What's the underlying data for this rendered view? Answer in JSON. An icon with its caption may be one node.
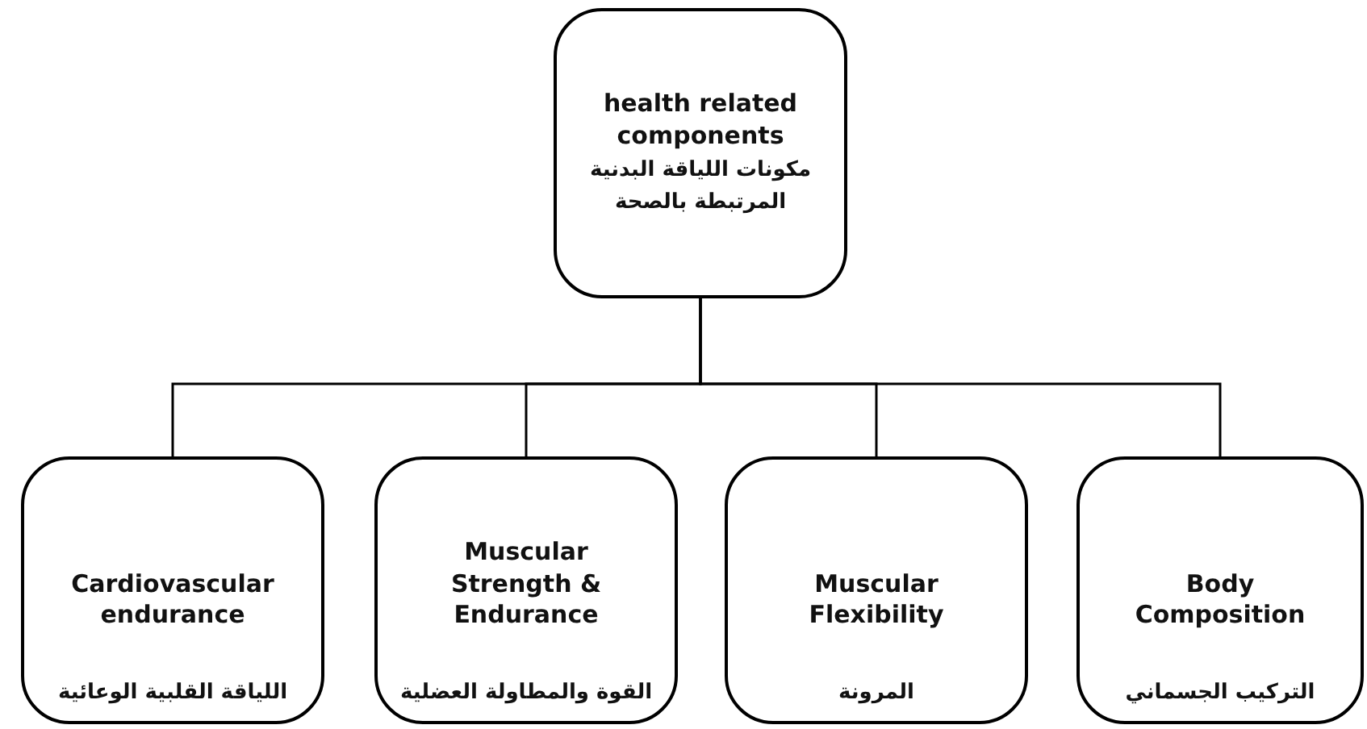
{
  "diagram": {
    "nodes": [
      {
        "text": [
          "health related components",
          "مكونات اللياقة البدنية المرتبطة بالصحة"
        ]
      },
      {
        "text": [
          "Cardiovascular endurance",
          "اللياقة القلبية الوعائية"
        ]
      },
      {
        "text": [
          "Muscular Strength & Endurance",
          "القوة والمطاولة العضلية"
        ]
      },
      {
        "text": [
          "Muscular Flexibility",
          "المرونة"
        ]
      },
      {
        "text": [
          "Body Composition",
          "التركيب الجسماني"
        ]
      }
    ],
    "edges": [
      {
        "from": 0,
        "to": 1,
        "arrow": "none"
      },
      {
        "from": 0,
        "to": 2,
        "arrow": "none"
      },
      {
        "from": 0,
        "to": 3,
        "arrow": "none"
      },
      {
        "from": 0,
        "to": 4,
        "arrow": "none"
      }
    ]
  }
}
